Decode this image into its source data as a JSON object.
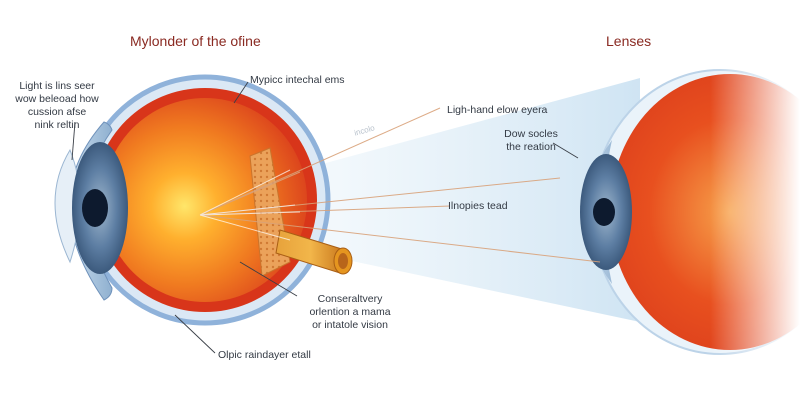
{
  "titles": {
    "left": "Mylonder of the ofine",
    "right": "Lenses"
  },
  "labels": {
    "top_left": "Light is lins seer\nwow beleoad how\ncussion afse\nnink reltin",
    "top_center": "Mypicc intechal ems",
    "faint_ray": "incolo",
    "ray_right": "Ligh-hand elow eyera",
    "refraction": "Dow socles\nthe reation",
    "middle": "Ilnopies tead",
    "optic": "Conseraltvery\norlention a mama\nor intatole vision",
    "bottom": "Olpic raindayer etall"
  },
  "colors": {
    "sclera_ring": "#6f9ed6",
    "eye_red": "#dc3b1c",
    "eye_orange": "#f08a2a",
    "focus_yellow": "#ffe66a",
    "iris_blue": "#4f6f92",
    "pupil": "#0d1a2e",
    "light_beam": "#dcecf7",
    "optic_nerve": "#d98a1f",
    "title_red": "#8a2a22",
    "label_text": "#333a44"
  }
}
